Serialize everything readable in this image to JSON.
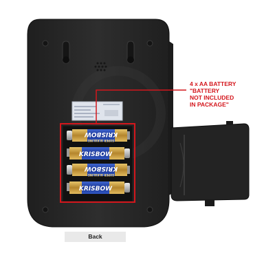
{
  "annotation": {
    "heading": "4 x AA BATTERY",
    "note_lines": [
      "\"BATTERY",
      "NOT INCLUDED",
      "IN PACKAGE\""
    ]
  },
  "batteries": [
    {
      "brand": "KRISBOW",
      "subtext": "SUPER ALKALINE",
      "orientation": "reversed"
    },
    {
      "brand": "KRISBOW",
      "subtext": "",
      "orientation": "normal"
    },
    {
      "brand": "KRISBOW",
      "subtext": "SUPER ALKALINE",
      "orientation": "reversed"
    },
    {
      "brand": "KRISBOW",
      "subtext": "",
      "orientation": "normal"
    }
  ],
  "back_button": {
    "label": "Back"
  },
  "colors": {
    "device_body": "#2a2a2a",
    "annotation": "#d4161c",
    "battery_blue": "#1e3fa6",
    "battery_gold": "#c79a3a",
    "back_button_bg": "#e9e9e9"
  }
}
